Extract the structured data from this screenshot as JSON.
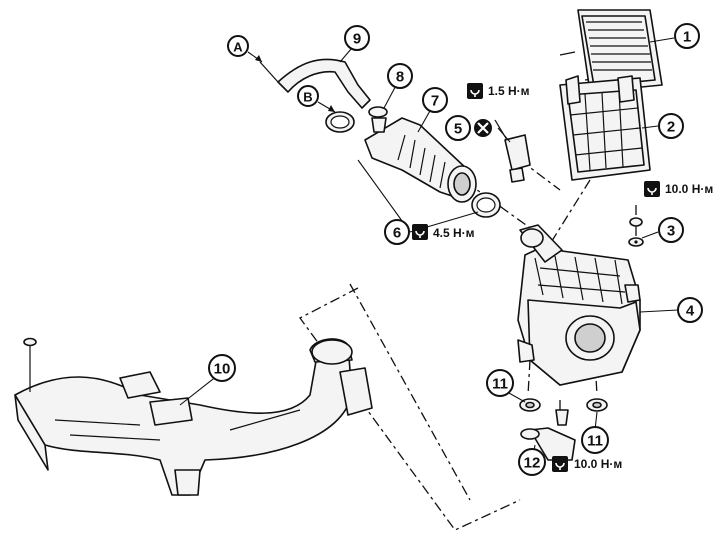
{
  "callouts": {
    "c1": "1",
    "c2": "2",
    "c3": "3",
    "c4": "4",
    "c5": "5",
    "c6": "6",
    "c7": "7",
    "c8": "8",
    "c9": "9",
    "c10": "10",
    "c11a": "11",
    "c11b": "11",
    "c12": "12"
  },
  "refs": {
    "a": "A",
    "b": "B"
  },
  "torques": {
    "t1": "1.5 Н·м",
    "t2": "10.0 Н·м",
    "t3": "4.5 Н·м",
    "t4": "10.0 Н·м"
  },
  "icons": {
    "torque": "torque-wrench-icon",
    "replace": "replace-x-icon"
  }
}
